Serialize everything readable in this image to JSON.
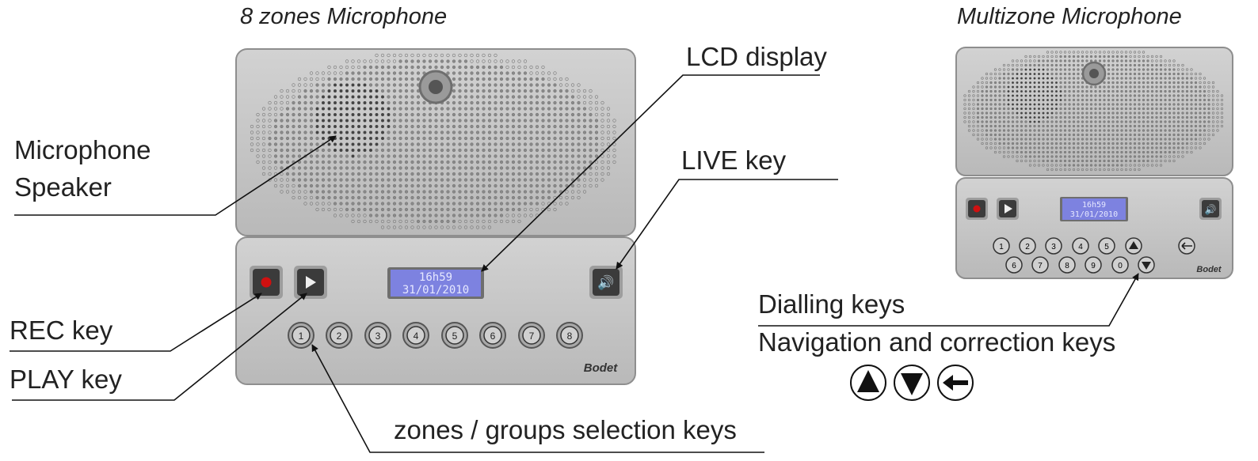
{
  "titles": {
    "left": "8 zones Microphone",
    "right": "Multizone Microphone"
  },
  "labels": {
    "microphone": "Microphone",
    "speaker": "Speaker",
    "rec": "REC key",
    "play": "PLAY key",
    "lcd": "LCD display",
    "live": "LIVE key",
    "zones": "zones / groups selection keys",
    "dialling": "Dialling keys",
    "navigation": "Navigation and correction keys"
  },
  "device_left": {
    "lcd_time": "16h59",
    "lcd_date": "31/01/2010",
    "zone_keys": [
      "1",
      "2",
      "3",
      "4",
      "5",
      "6",
      "7",
      "8"
    ],
    "brand": "Bodet"
  },
  "device_right": {
    "lcd_time": "16h59",
    "lcd_date": "31/01/2010",
    "dial_row1": [
      "1",
      "2",
      "3",
      "4",
      "5"
    ],
    "dial_row2": [
      "6",
      "7",
      "8",
      "9",
      "0"
    ],
    "brand": "Bodet"
  },
  "nav_icons": [
    "up-arrow-icon",
    "down-arrow-icon",
    "back-arrow-icon"
  ],
  "colors": {
    "device_body": "#c4c4c4",
    "lcd_background": "#7d82e0",
    "lcd_text": "#e6e8ff",
    "rec_dot": "#d01010",
    "key_dark": "#3a3a3a"
  }
}
